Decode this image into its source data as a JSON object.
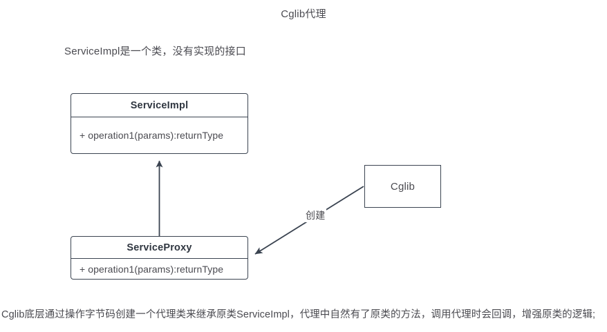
{
  "diagram": {
    "title": "Cglib代理",
    "note_top": "ServiceImpl是一个类，没有实现的接口",
    "caption_bottom": "Cglib底层通过操作字节码创建一个代理类来继承原类ServiceImpl，代理中自然有了原类的方法，调用代理时会回调，增强原类的逻辑;",
    "colors": {
      "stroke": "#3a4350",
      "text": "#4a4a50",
      "heading": "#2f3640",
      "background": "#ffffff"
    },
    "nodes": {
      "service_impl": {
        "name": "ServiceImpl",
        "members": [
          "+ operation1(params):returnType"
        ]
      },
      "service_proxy": {
        "name": "ServiceProxy",
        "members": [
          "+ operation1(params):returnType"
        ]
      },
      "cglib": {
        "name": "Cglib"
      }
    },
    "edges": [
      {
        "id": "inheritance",
        "from": "ServiceProxy",
        "to": "ServiceImpl",
        "label": "",
        "arrow": "solid-triangle-up"
      },
      {
        "id": "creates",
        "from": "Cglib",
        "to": "ServiceProxy",
        "label": "创建",
        "arrow": "solid-arrow"
      }
    ]
  }
}
